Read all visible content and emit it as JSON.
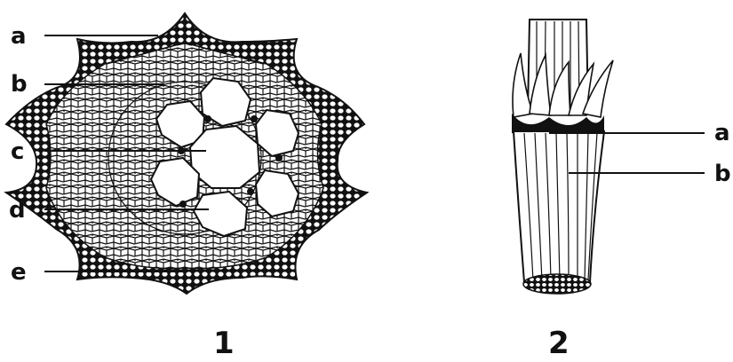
{
  "figure_1": {
    "number": "1",
    "labels": [
      "a",
      "b",
      "c",
      "d",
      "e"
    ]
  },
  "figure_2": {
    "number": "2",
    "labels": [
      "a",
      "b"
    ]
  },
  "colors": {
    "ink": "#111111",
    "background": "#ffffff"
  }
}
